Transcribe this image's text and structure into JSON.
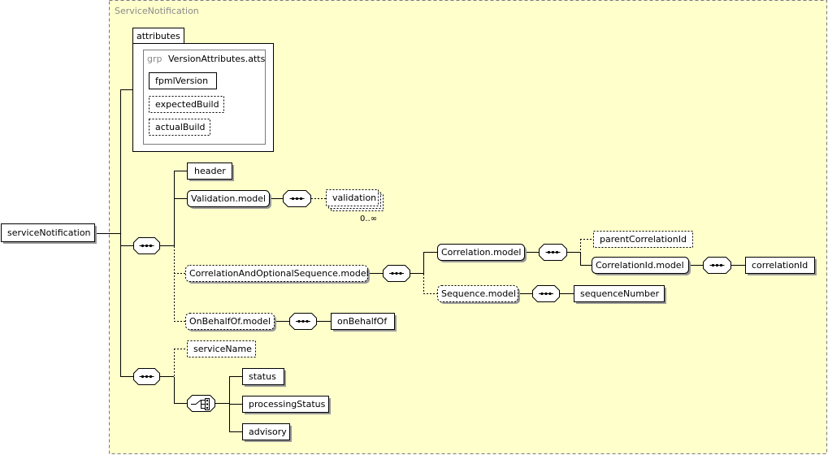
{
  "complex_type": "ServiceNotification",
  "root_element": "serviceNotification",
  "attributes": {
    "tab": "attributes",
    "group_prefix": "grp",
    "group_name": "VersionAttributes.atts",
    "items": [
      "fpmlVersion",
      "expectedBuild",
      "actualBuild"
    ]
  },
  "elements": {
    "header": "header",
    "validation_model": "Validation.model",
    "validation": "validation",
    "validation_card": "0..∞",
    "correlation_seq_model": "CorrelationAndOptionalSequence.model",
    "correlation_model": "Correlation.model",
    "parent_correlation_id": "parentCorrelationId",
    "correlation_id_model": "CorrelationId.model",
    "correlation_id": "correlationId",
    "sequence_model": "Sequence.model",
    "sequence_number": "sequenceNumber",
    "on_behalf_of_model": "OnBehalfOf.model",
    "on_behalf_of": "onBehalfOf",
    "service_name": "serviceName",
    "status": "status",
    "processing_status": "processingStatus",
    "advisory": "advisory"
  },
  "colors": {
    "panel_fill": "#ffffcc",
    "shadow": "#999999",
    "ink": "#000000",
    "muted_text": "#8a8a8a"
  }
}
